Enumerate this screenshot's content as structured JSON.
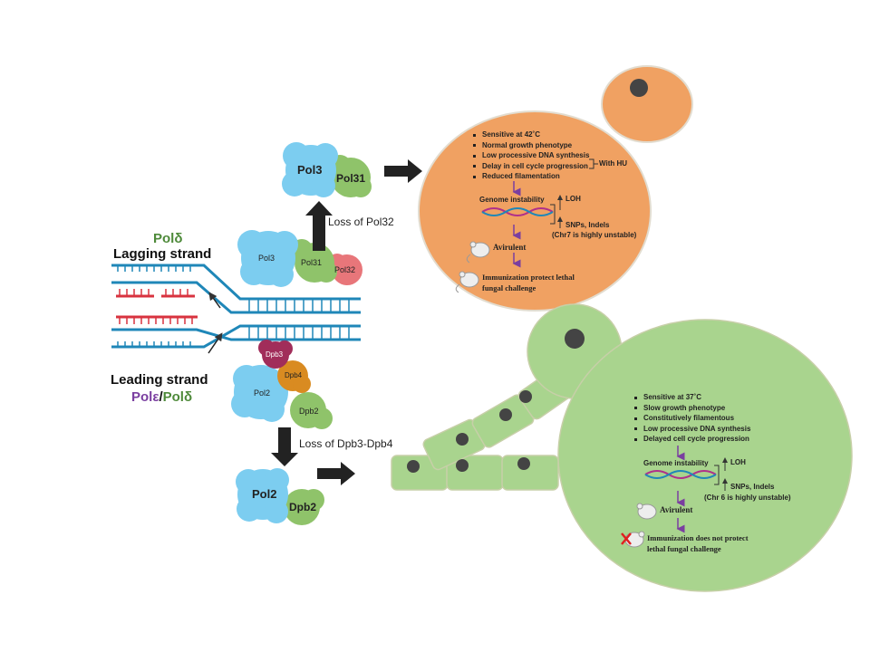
{
  "fork": {
    "lagging_pol": "Polδ",
    "lagging_label": "Lagging strand",
    "leading_label": "Leading strand",
    "leading_pol_a": "Polε",
    "leading_pol_sep": "/",
    "leading_pol_b": "Polδ"
  },
  "pold_complex": {
    "pol3": "Pol3",
    "pol31": "Pol31",
    "pol32": "Pol32",
    "loss_label": "Loss of Pol32",
    "mutant_pol3": "Pol3",
    "mutant_pol31": "Pol31"
  },
  "pole_complex": {
    "dpb3": "Dpb3",
    "dpb4": "Dpb4",
    "pol2": "Pol2",
    "dpb2": "Dpb2",
    "loss_label": "Loss of Dpb3-Dpb4",
    "mutant_pol2": "Pol2",
    "mutant_dpb2": "Dpb2"
  },
  "yeast_panel": {
    "bullets": [
      "Sensitive at 42˚C",
      "Normal growth phenotype",
      "Low processive DNA synthesis",
      "Delay in cell cycle progression",
      "Reduced filamentation"
    ],
    "with_hu": "With HU",
    "genome_instability": "Genome instability",
    "loh": "LOH",
    "snps": "SNPs, Indels",
    "chr_note": "(Chr7 is highly unstable)",
    "avirulent": "Avirulent",
    "immunization_1": "Immunization protect lethal",
    "immunization_2": "fungal challenge"
  },
  "hyphae_panel": {
    "bullets": [
      "Sensitive at 37˚C",
      "Slow growth phenotype",
      "Constitutively filamentous",
      "Low processive DNA synthesis",
      "Delayed cell cycle progression"
    ],
    "genome_instability": "Genome instability",
    "loh": "LOH",
    "snps": "SNPs, Indels",
    "chr_note": "(Chr 6 is highly unstable)",
    "avirulent": "Avirulent",
    "immunization_1": "Immunization does not protect",
    "immunization_2": "lethal fungal challenge"
  },
  "colors": {
    "dna_blue": "#1f87b8",
    "primer_red": "#d8333f",
    "pol3_blue": "#7ccdf0",
    "pol31_green": "#8fc36a",
    "pol32_red": "#e8767a",
    "dpb3_maroon": "#a12d5a",
    "dpb4_orange": "#d98b21",
    "yeast_orange": "#f0a162",
    "hyphae_green": "#a9d48e",
    "arrow_purple": "#7a3ea0",
    "pold_text_green": "#4e8a3a",
    "pole_text_purple": "#7a3ea0"
  }
}
